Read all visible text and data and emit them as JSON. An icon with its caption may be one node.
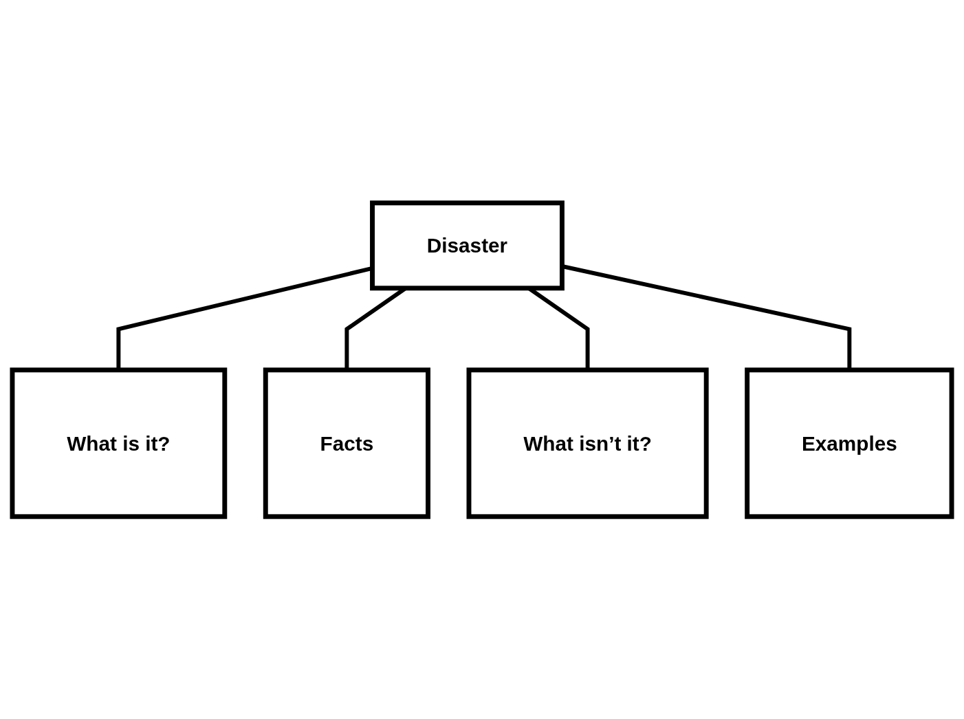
{
  "diagram": {
    "nodes": [
      {
        "text": [
          "Disaster"
        ]
      },
      {
        "text": [
          "What is it?"
        ]
      },
      {
        "text": [
          "Facts"
        ]
      },
      {
        "text": [
          "What isn’t it?"
        ]
      },
      {
        "text": [
          "Examples"
        ]
      }
    ],
    "edges": [
      {
        "from": 0,
        "to": 1,
        "arrow": "none"
      },
      {
        "from": 0,
        "to": 2,
        "arrow": "none"
      },
      {
        "from": 0,
        "to": 3,
        "arrow": "none"
      },
      {
        "from": 0,
        "to": 4,
        "arrow": "none"
      }
    ]
  }
}
